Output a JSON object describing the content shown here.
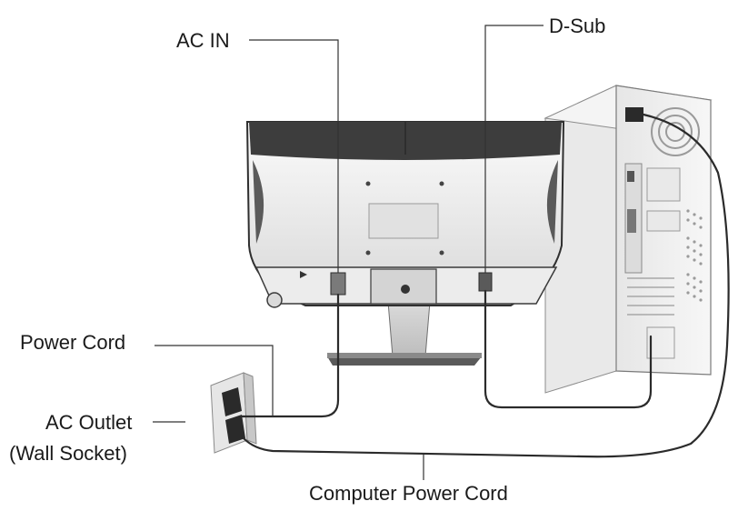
{
  "labels": {
    "ac_in": "AC IN",
    "d_sub": "D-Sub",
    "power_cord": "Power Cord",
    "ac_outlet": "AC Outlet",
    "wall_socket": "(Wall Socket)",
    "computer_power_cord": "Computer Power Cord"
  },
  "icons": {
    "monitor": "monitor-rear-icon",
    "computer": "computer-tower-icon",
    "outlet": "wall-outlet-icon",
    "plug": "power-plug-icon"
  },
  "colors": {
    "line": "#333333",
    "cable": "#2b2b2b",
    "device_light": "#f2f2f2",
    "device_mid": "#d9d9d9",
    "device_dark": "#3a3a3a"
  }
}
